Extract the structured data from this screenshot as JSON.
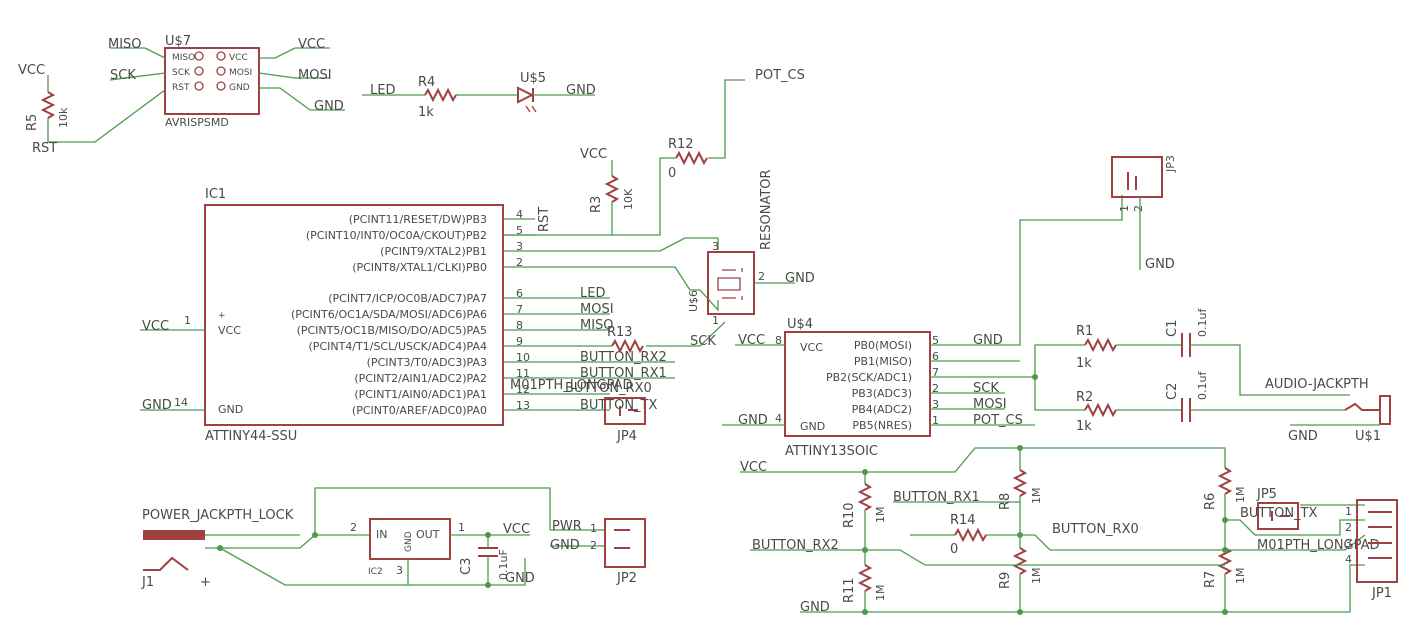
{
  "nets": {
    "miso_a": "MISO",
    "sck_a": "SCK",
    "vcc_u7": "VCC",
    "mosi_a": "MOSI",
    "gnd_u7": "GND",
    "vcc_r5": "VCC",
    "rst_r5": "RST",
    "led_a": "LED",
    "gnd_u5": "GND",
    "pot_cs_a": "POT_CS",
    "vcc_r3": "VCC",
    "rst_ic1": "RST",
    "gnd_res": "GND",
    "led_b": "LED",
    "mosi_b": "MOSI",
    "miso_b": "MISO",
    "sck_b": "SCK",
    "brx2_a": "BUTTON_RX2",
    "brx1_a": "BUTTON_RX1",
    "m01_a": "M01PTH_LONGPAD",
    "brx0_a": "BUTTON_RX0",
    "btx_a": "BUTTON_TX",
    "vcc_ic1": "VCC",
    "gnd_ic1": "GND",
    "vcc_u4": "VCC",
    "gnd_u4": "GND",
    "gnd_u4b": "GND",
    "sck_c": "SCK",
    "mosi_c": "MOSI",
    "pot_cs_b": "POT_CS",
    "gnd_jp3": "GND",
    "audio": "AUDIO-JACKPTH",
    "gnd_audio": "GND",
    "vcc_bot": "VCC",
    "brx1_b": "BUTTON_RX1",
    "brx0_b": "BUTTON_RX0",
    "brx2_b": "BUTTON_RX2",
    "gnd_bot": "GND",
    "btx_b": "BUTTON_TX",
    "m01_b": "M01PTH_LONGPAD",
    "power_jack": "POWER_JACKPTH_LOCK",
    "vcc_reg": "VCC",
    "gnd_reg": "GND",
    "pwr": "PWR",
    "gnd_jp2": "GND"
  },
  "parts": {
    "u7": {
      "name": "U$7",
      "value": "AVRISPSMD",
      "pins": [
        "MISO",
        "SCK",
        "RST",
        "VCC",
        "MOSI",
        "GND"
      ]
    },
    "r5": {
      "name": "R5",
      "value": "10k"
    },
    "r4": {
      "name": "R4",
      "value": "1k"
    },
    "u5": {
      "name": "U$5"
    },
    "r12": {
      "name": "R12",
      "value": "0"
    },
    "r3": {
      "name": "R3",
      "value": "10K"
    },
    "ic1": {
      "name": "IC1",
      "value": "ATTINY44-SSU",
      "pins": [
        {
          "label": "(PCINT11/RESET/DW)PB3",
          "num": "4"
        },
        {
          "label": "(PCINT10/INT0/OC0A/CKOUT)PB2",
          "num": "5"
        },
        {
          "label": "(PCINT9/XTAL2)PB1",
          "num": "3"
        },
        {
          "label": "(PCINT8/XTAL1/CLKI)PB0",
          "num": "2"
        },
        {
          "label": "(PCINT7/ICP/OC0B/ADC7)PA7",
          "num": "6"
        },
        {
          "label": "(PCINT6/OC1A/SDA/MOSI/ADC6)PA6",
          "num": "7"
        },
        {
          "label": "(PCINT5/OC1B/MISO/DO/ADC5)PA5",
          "num": "8"
        },
        {
          "label": "(PCINT4/T1/SCL/USCK/ADC4)PA4",
          "num": "9"
        },
        {
          "label": "(PCINT3/T0/ADC3)PA3",
          "num": "10"
        },
        {
          "label": "(PCINT2/AIN1/ADC2)PA2",
          "num": "11"
        },
        {
          "label": "(PCINT1/AIN0/ADC1)PA1",
          "num": "12"
        },
        {
          "label": "(PCINT0/AREF/ADC0)PA0",
          "num": "13"
        }
      ],
      "vcc": "VCC",
      "vcc_num": "1",
      "gnd": "GND",
      "gnd_num": "14"
    },
    "u6": {
      "name": "U$6",
      "value": "RESONATOR",
      "p1": "1",
      "p2": "2",
      "p3": "3"
    },
    "r13": {
      "name": "R13"
    },
    "jp4": {
      "name": "JP4"
    },
    "u4": {
      "name": "U$4",
      "value": "ATTINY13SOIC",
      "pins": [
        {
          "label": "PB0(MOSI)",
          "num": "5"
        },
        {
          "label": "PB1(MISO)",
          "num": "6"
        },
        {
          "label": "PB2(SCK/ADC1)",
          "num": "7"
        },
        {
          "label": "PB3(ADC3)",
          "num": "2"
        },
        {
          "label": "PB4(ADC2)",
          "num": "3"
        },
        {
          "label": "PB5(NRES)",
          "num": "1"
        }
      ],
      "vcc": "VCC",
      "vcc_num": "8",
      "gnd": "GND",
      "gnd_num": "4"
    },
    "jp3": {
      "name": "JP3",
      "p1": "1",
      "p2": "2"
    },
    "r1": {
      "name": "R1",
      "value": "1k"
    },
    "r2": {
      "name": "R2",
      "value": "1k"
    },
    "c1": {
      "name": "C1",
      "value": "0.1uf"
    },
    "c2": {
      "name": "C2",
      "value": "0.1uf"
    },
    "us1": {
      "name": "U$1"
    },
    "r10": {
      "name": "R10",
      "value": "1M"
    },
    "r11": {
      "name": "R11",
      "value": "1M"
    },
    "r8": {
      "name": "R8",
      "value": "1M"
    },
    "r9": {
      "name": "R9",
      "value": "1M"
    },
    "r14": {
      "name": "R14",
      "value": "0"
    },
    "r6": {
      "name": "R6",
      "value": "1M"
    },
    "r7": {
      "name": "R7",
      "value": "1M"
    },
    "jp5": {
      "name": "JP5"
    },
    "jp1": {
      "name": "JP1",
      "pins": [
        "1",
        "2",
        "3",
        "4"
      ]
    },
    "j1": {
      "name": "J1",
      "plus": "+"
    },
    "ic2": {
      "name": "IC2",
      "in": "IN",
      "out": "OUT",
      "gnd": "GND",
      "p1": "1",
      "p2": "2",
      "p3": "3"
    },
    "c3": {
      "name": "C3",
      "value": "0.1uF"
    },
    "jp2": {
      "name": "JP2",
      "p1": "1",
      "p2": "2"
    }
  }
}
